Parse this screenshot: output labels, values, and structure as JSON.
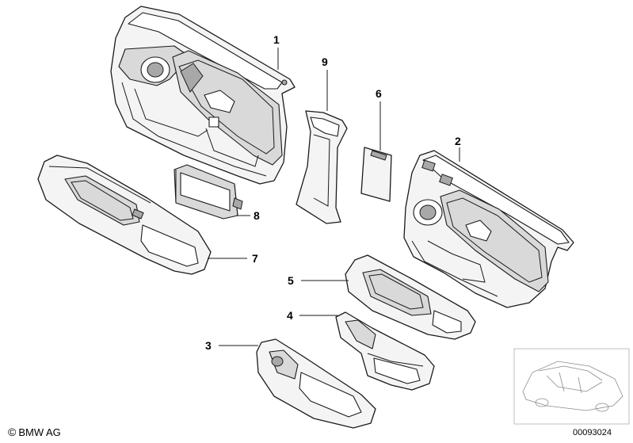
{
  "diagram": {
    "callouts": [
      {
        "id": "1",
        "label": "1"
      },
      {
        "id": "2",
        "label": "2"
      },
      {
        "id": "3",
        "label": "3"
      },
      {
        "id": "4",
        "label": "4"
      },
      {
        "id": "5",
        "label": "5"
      },
      {
        "id": "6",
        "label": "6"
      },
      {
        "id": "7",
        "label": "7"
      },
      {
        "id": "8",
        "label": "8"
      },
      {
        "id": "9",
        "label": "9"
      }
    ]
  },
  "footer": {
    "copyright_symbol": "©",
    "copyright_text": "BMW AG",
    "diagram_number": "00093024"
  }
}
